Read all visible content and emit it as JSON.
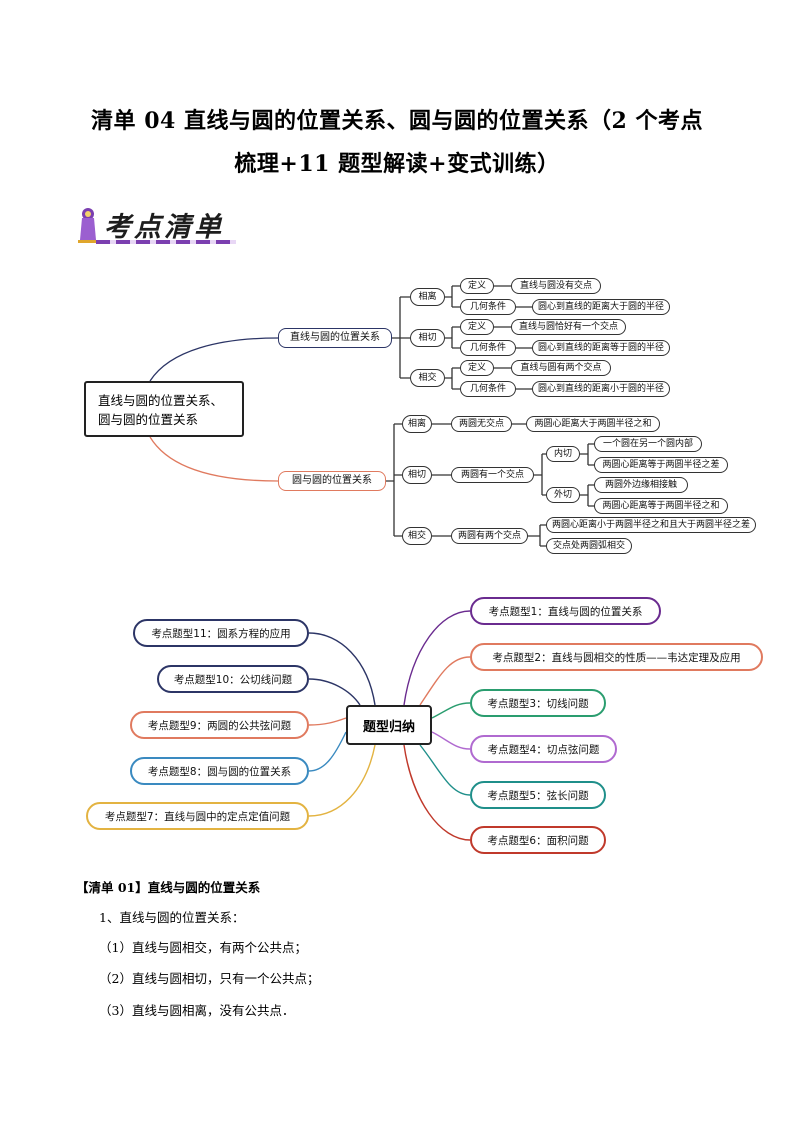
{
  "title": {
    "line1": "清单 04  直线与圆的位置关系、圆与圆的位置关系（2 个考点",
    "line2": "梳理+11 题型解读+变式训练）"
  },
  "banner": {
    "text": "考点清单"
  },
  "mindmap1": {
    "root": {
      "line1": "直线与圆的位置关系、",
      "line2": "圆与圆的位置关系"
    },
    "branch_line_circle": "直线与圆的位置关系",
    "line_circle": {
      "separate": {
        "label": "相离",
        "def": "定义",
        "def_text": "直线与圆没有交点",
        "cond": "几何条件",
        "cond_text": "圆心到直线的距离大于圆的半径"
      },
      "tangent": {
        "label": "相切",
        "def": "定义",
        "def_text": "直线与圆恰好有一个交点",
        "cond": "几何条件",
        "cond_text": "圆心到直线的距离等于圆的半径"
      },
      "intersect": {
        "label": "相交",
        "def": "定义",
        "def_text": "直线与圆有两个交点",
        "cond": "几何条件",
        "cond_text": "圆心到直线的距离小于圆的半径"
      }
    },
    "branch_circle_circle": "圆与圆的位置关系",
    "circle_circle": {
      "separate": {
        "label": "相离",
        "mid": "两圆无交点",
        "text": "两圆心距离大于两圆半径之和"
      },
      "tangent": {
        "label": "相切",
        "mid": "两圆有一个交点",
        "inner": {
          "label": "内切",
          "a": "一个圆在另一个圆内部",
          "b": "两圆心距离等于两圆半径之差"
        },
        "outer": {
          "label": "外切",
          "a": "两圆外边缘相接触",
          "b": "两圆心距离等于两圆半径之和"
        }
      },
      "intersect": {
        "label": "相交",
        "mid": "两圆有两个交点",
        "a": "两圆心距离小于两圆半径之和且大于两圆半径之差",
        "b": "交点处两圆弧相交"
      }
    }
  },
  "mindmap2": {
    "root": "题型归纳",
    "right": [
      {
        "label": "考点题型1：直线与圆的位置关系",
        "color": "#6a2b8f"
      },
      {
        "label": "考点题型2：直线与圆相交的性质——韦达定理及应用",
        "color": "#e07a5f"
      },
      {
        "label": "考点题型3：切线问题",
        "color": "#2a9d6f"
      },
      {
        "label": "考点题型4：切点弦问题",
        "color": "#b06ad0"
      },
      {
        "label": "考点题型5：弦长问题",
        "color": "#1f8f8a"
      },
      {
        "label": "考点题型6：面积问题",
        "color": "#c0392b"
      }
    ],
    "left": [
      {
        "label": "考点题型11：圆系方程的应用",
        "color": "#2c3566"
      },
      {
        "label": "考点题型10：公切线问题",
        "color": "#2c3566"
      },
      {
        "label": "考点题型9：两圆的公共弦问题",
        "color": "#e07a5f"
      },
      {
        "label": "考点题型8：圆与圆的位置关系",
        "color": "#3a8ac0"
      },
      {
        "label": "考点题型7：直线与圆中的定点定值问题",
        "color": "#e3b341"
      }
    ]
  },
  "section": {
    "heading": "【清单 01】直线与圆的位置关系",
    "item1": "1、直线与圆的位置关系：",
    "p1": "（1）直线与圆相交，有两个公共点；",
    "p2": "（2）直线与圆相切，只有一个公共点；",
    "p3": "（3）直线与圆相离，没有公共点．"
  },
  "colors": {
    "branch1": "#2c3566",
    "branch2": "#e07a5f"
  }
}
